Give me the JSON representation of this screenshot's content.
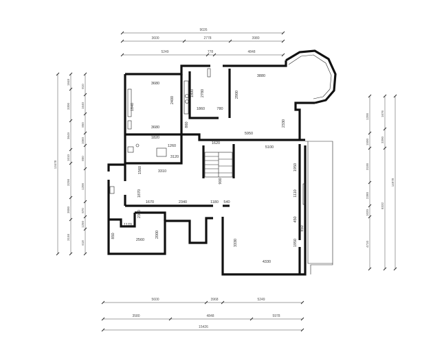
{
  "top_dims": {
    "row1": {
      "total": "9026"
    },
    "row2": {
      "a": "3600",
      "b": "2778",
      "c": "3980"
    },
    "row3": {
      "a": "5249",
      "b": "778",
      "c": "4848"
    }
  },
  "bottom_dims": {
    "row1": {
      "a": "5600",
      "b": "3968",
      "c": "5249"
    },
    "row2": {
      "a": "3580",
      "b": "4848",
      "c": "5978"
    },
    "row3": {
      "total": "15426"
    }
  },
  "left_dims": {
    "outer": {
      "total": "13478"
    },
    "inner": [
      "1848",
      "3300",
      "3649",
      "1010",
      "3298",
      "3000",
      "3158"
    ],
    "small": [
      "810",
      "1640",
      "850",
      "1060",
      "850",
      "1200",
      "870",
      "1250",
      "618"
    ]
  },
  "right_dims": {
    "outer": {
      "total": "14978"
    },
    "inner": [
      "1676",
      "3390",
      "8332"
    ],
    "small": [
      "1200",
      "1500",
      "3100",
      "2380",
      "1020",
      "4710"
    ]
  },
  "rooms": [
    {
      "key": "r3680",
      "label": "3680"
    },
    {
      "key": "r1840",
      "label": "1840"
    },
    {
      "key": "r2400",
      "label": "2400"
    },
    {
      "key": "r3680b",
      "label": "3680"
    },
    {
      "key": "r1800",
      "label": "1800"
    },
    {
      "key": "r2780",
      "label": "2780"
    },
    {
      "key": "r1860",
      "label": "1860"
    },
    {
      "key": "r780",
      "label": "780"
    },
    {
      "key": "r3880",
      "label": "3880"
    },
    {
      "key": "r2900",
      "label": "2900"
    },
    {
      "key": "r5950",
      "label": "5950"
    },
    {
      "key": "r2330",
      "label": "2330"
    },
    {
      "key": "r1820",
      "label": "1820"
    },
    {
      "key": "r3120",
      "label": "3120"
    },
    {
      "key": "r5100",
      "label": "5100"
    },
    {
      "key": "r1620",
      "label": "1620"
    },
    {
      "key": "r1560",
      "label": "1560"
    },
    {
      "key": "r3310",
      "label": "3310"
    },
    {
      "key": "r1870",
      "label": "1870"
    },
    {
      "key": "r1950a",
      "label": "1950"
    },
    {
      "key": "r1110",
      "label": "1110"
    },
    {
      "key": "r1670",
      "label": "1670"
    },
    {
      "key": "r2340",
      "label": "2340"
    },
    {
      "key": "r1180",
      "label": "1180"
    },
    {
      "key": "r540",
      "label": "540"
    },
    {
      "key": "r1170",
      "label": "1170"
    },
    {
      "key": "r2000",
      "label": "2000"
    },
    {
      "key": "r2560",
      "label": "2560"
    },
    {
      "key": "r850",
      "label": "850"
    },
    {
      "key": "r3330",
      "label": "3330"
    },
    {
      "key": "r1950b",
      "label": "1950"
    },
    {
      "key": "r4330",
      "label": "4330"
    },
    {
      "key": "r450",
      "label": "450"
    },
    {
      "key": "r850b",
      "label": "850"
    },
    {
      "key": "r860",
      "label": "860"
    },
    {
      "key": "r1260",
      "label": "1260"
    },
    {
      "key": "r2360",
      "label": "2360"
    },
    {
      "key": "r900",
      "label": "900"
    }
  ],
  "colors": {
    "wall": "#111111",
    "dim": "#444444",
    "bg": "#ffffff"
  }
}
